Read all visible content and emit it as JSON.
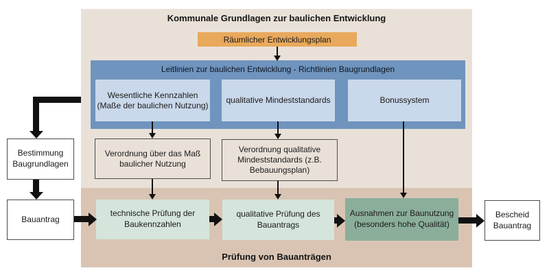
{
  "colors": {
    "outer_background": "#e9e1d8",
    "review_background": "#d9c4b3",
    "guidelines_background": "#6f94be",
    "guideline_item_background": "#c9d8ea",
    "plan_background": "#e9a95c",
    "step_background": "#d5e5dc",
    "exception_background": "#8bae9b",
    "box_border": "#4a4a4a",
    "arrow": "#111111"
  },
  "foundations": {
    "title": "Kommunale Grundlagen zur baulichen Entwicklung",
    "plan": "Räumlicher Entwicklungsplan",
    "guidelines": {
      "header": "Leitlinien zur baulichen Entwicklung - Richtlinien Baugrundlagen",
      "items": [
        {
          "label": "Wesentliche Kennzahlen (Maße der baulichen Nutzung)"
        },
        {
          "label": "qualitative Mindeststandards"
        },
        {
          "label": "Bonussystem"
        }
      ]
    },
    "ordinances": [
      {
        "label": "Verordnung über das Maß baulicher Nutzung"
      },
      {
        "label": "Verordnung qualitative Mindeststandards (z.B. Bebauungsplan)"
      }
    ]
  },
  "review": {
    "title": "Prüfung von Bauanträgen",
    "steps": [
      {
        "label": "technische Prüfung der Baukennzahlen"
      },
      {
        "label": "qualitative Prüfung des Bauantrags"
      },
      {
        "label": "Ausnahmen zur Baunutzung (besonders hohe Qualität)"
      }
    ]
  },
  "process": {
    "determination": "Bestimmung Baugrundlagen",
    "application": "Bauantrag",
    "decision": "Bescheid Bauantrag"
  }
}
